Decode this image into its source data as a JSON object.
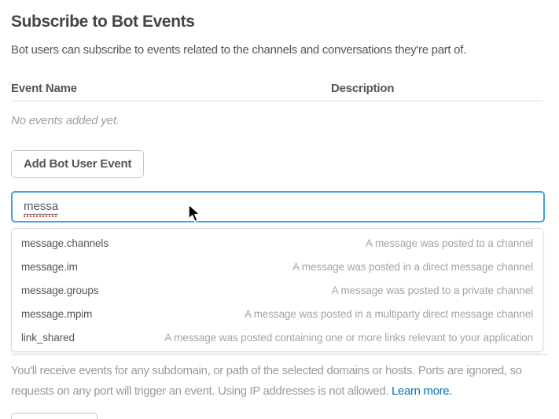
{
  "colors": {
    "input_focus_border": "#3aa3e3",
    "link_blue": "#0576b9",
    "heading_text": "#454545",
    "body_text": "#555459",
    "muted_text": "#9e9ea6"
  },
  "header": {
    "title": "Subscribe to Bot Events",
    "subtitle": "Bot users can subscribe to events related to the channels and conversations they're part of."
  },
  "table": {
    "columns": [
      "Event Name",
      "Description"
    ],
    "empty_message": "No events added yet."
  },
  "buttons": {
    "add_event_label": "Add Bot User Event"
  },
  "search": {
    "value": "messa"
  },
  "dropdown": {
    "items": [
      {
        "name": "message.channels",
        "description": "A message was posted to a channel"
      },
      {
        "name": "message.im",
        "description": "A message was posted in a direct message channel"
      },
      {
        "name": "message.groups",
        "description": "A message was posted to a private channel"
      },
      {
        "name": "message.mpim",
        "description": "A message was posted in a multiparty direct message channel"
      },
      {
        "name": "link_shared",
        "description": "A message was posted containing one or more links relevant to your application"
      }
    ]
  },
  "footer": {
    "text": "You'll receive events for any subdomain, or path of the selected domains or hosts. Ports are ignored, so requests on any port will trigger an event. Using IP addresses is not allowed.",
    "link_label": "Learn more."
  }
}
